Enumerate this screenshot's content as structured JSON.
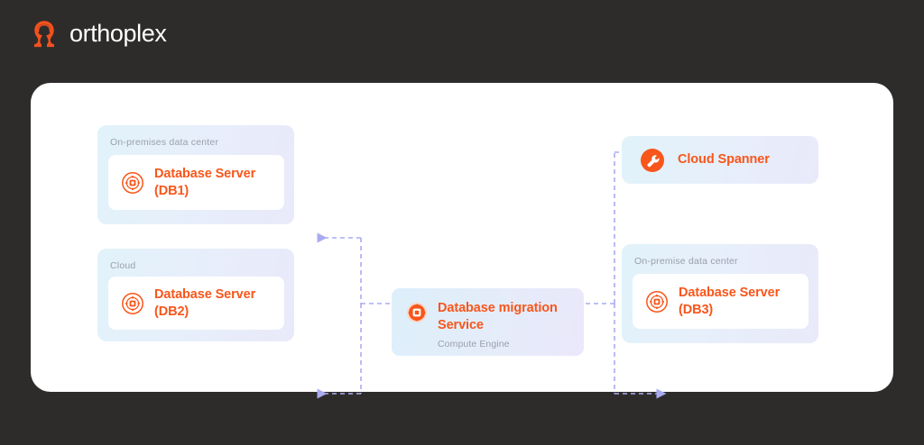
{
  "brand": {
    "name": "orthoplex",
    "logo_icon": "orthoplex-omega-mark",
    "logo_color": "#f4511e",
    "text_color": "#ffffff"
  },
  "theme": {
    "page_background": "#2e2c2b",
    "card_background": "#ffffff",
    "accent": "#f8561b",
    "muted_text": "#9aa0ab",
    "connector": "#a9abf0",
    "group_gradient_from": "#e1f2fa",
    "group_gradient_to": "#e9e9fa"
  },
  "diagram": {
    "type": "architecture-flow",
    "groups": [
      {
        "id": "onprem-db1",
        "label": "On-premises data center",
        "node": {
          "title_line1": "Database Server",
          "title_line2": "(DB1)",
          "icon": "database-server-icon"
        }
      },
      {
        "id": "cloud-db2",
        "label": "Cloud",
        "node": {
          "title_line1": "Database Server",
          "title_line2": "(DB2)",
          "icon": "database-server-icon"
        }
      },
      {
        "id": "onpremise-db3",
        "label": "On-premise data center",
        "node": {
          "title_line1": "Database Server",
          "title_line2": "(DB3)",
          "icon": "database-server-icon"
        }
      }
    ],
    "service": {
      "id": "db-migration-service",
      "title_line1": "Database migration",
      "title_line2": "Service",
      "subtitle": "Compute Engine",
      "icon": "migration-service-icon"
    },
    "spanner": {
      "id": "cloud-spanner",
      "label": "Cloud Spanner",
      "icon": "wrench-icon"
    },
    "connectors": [
      {
        "from": "db-migration-service",
        "to": "onprem-db1",
        "style": "dashed",
        "direction": "left"
      },
      {
        "from": "db-migration-service",
        "to": "cloud-db2",
        "style": "dashed",
        "direction": "left"
      },
      {
        "from": "db-migration-service",
        "to": "cloud-spanner",
        "style": "dashed",
        "direction": "right"
      },
      {
        "from": "db-migration-service",
        "to": "onpremise-db3",
        "style": "dashed",
        "direction": "right"
      }
    ]
  }
}
